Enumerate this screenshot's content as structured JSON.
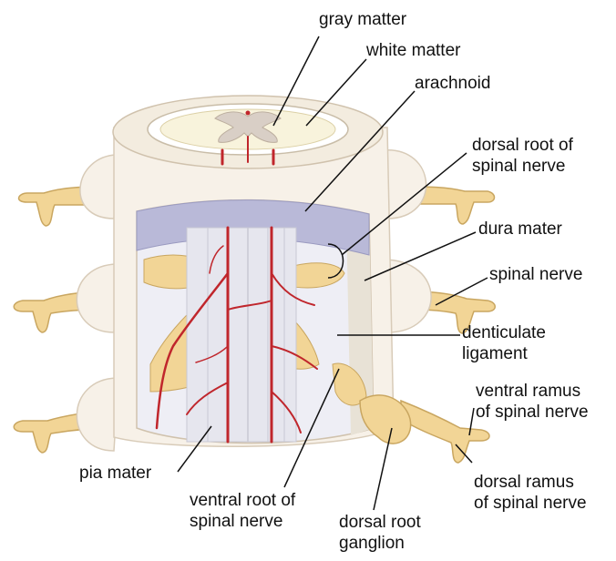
{
  "labels": {
    "gray_matter": "gray matter",
    "white_matter": "white matter",
    "arachnoid": "arachnoid",
    "dorsal_root": {
      "line1": "dorsal root of",
      "line2": "spinal nerve"
    },
    "dura_mater": "dura mater",
    "spinal_nerve": "spinal nerve",
    "denticulate_ligament": {
      "line1": "denticulate",
      "line2": "ligament"
    },
    "ventral_ramus": {
      "line1": "ventral ramus",
      "line2": "of spinal nerve"
    },
    "dorsal_ramus": {
      "line1": "dorsal ramus",
      "line2": "of spinal nerve"
    },
    "pia_mater": "pia mater",
    "ventral_root": {
      "line1": "ventral root of",
      "line2": "spinal nerve"
    },
    "dorsal_root_ganglion": {
      "line1": "dorsal root",
      "line2": "ganglion"
    }
  },
  "colors": {
    "dura": "#f7f1e8",
    "dura_edge": "#d8cbb8",
    "arachnoid": "#b9b9d8",
    "nerve": "#f2d596",
    "nerve_edge": "#c9a660",
    "artery": "#c0262c",
    "gray_matter": "#d9cfc6",
    "white_matter": "#ffffff",
    "cord": "#e6e6ee"
  }
}
